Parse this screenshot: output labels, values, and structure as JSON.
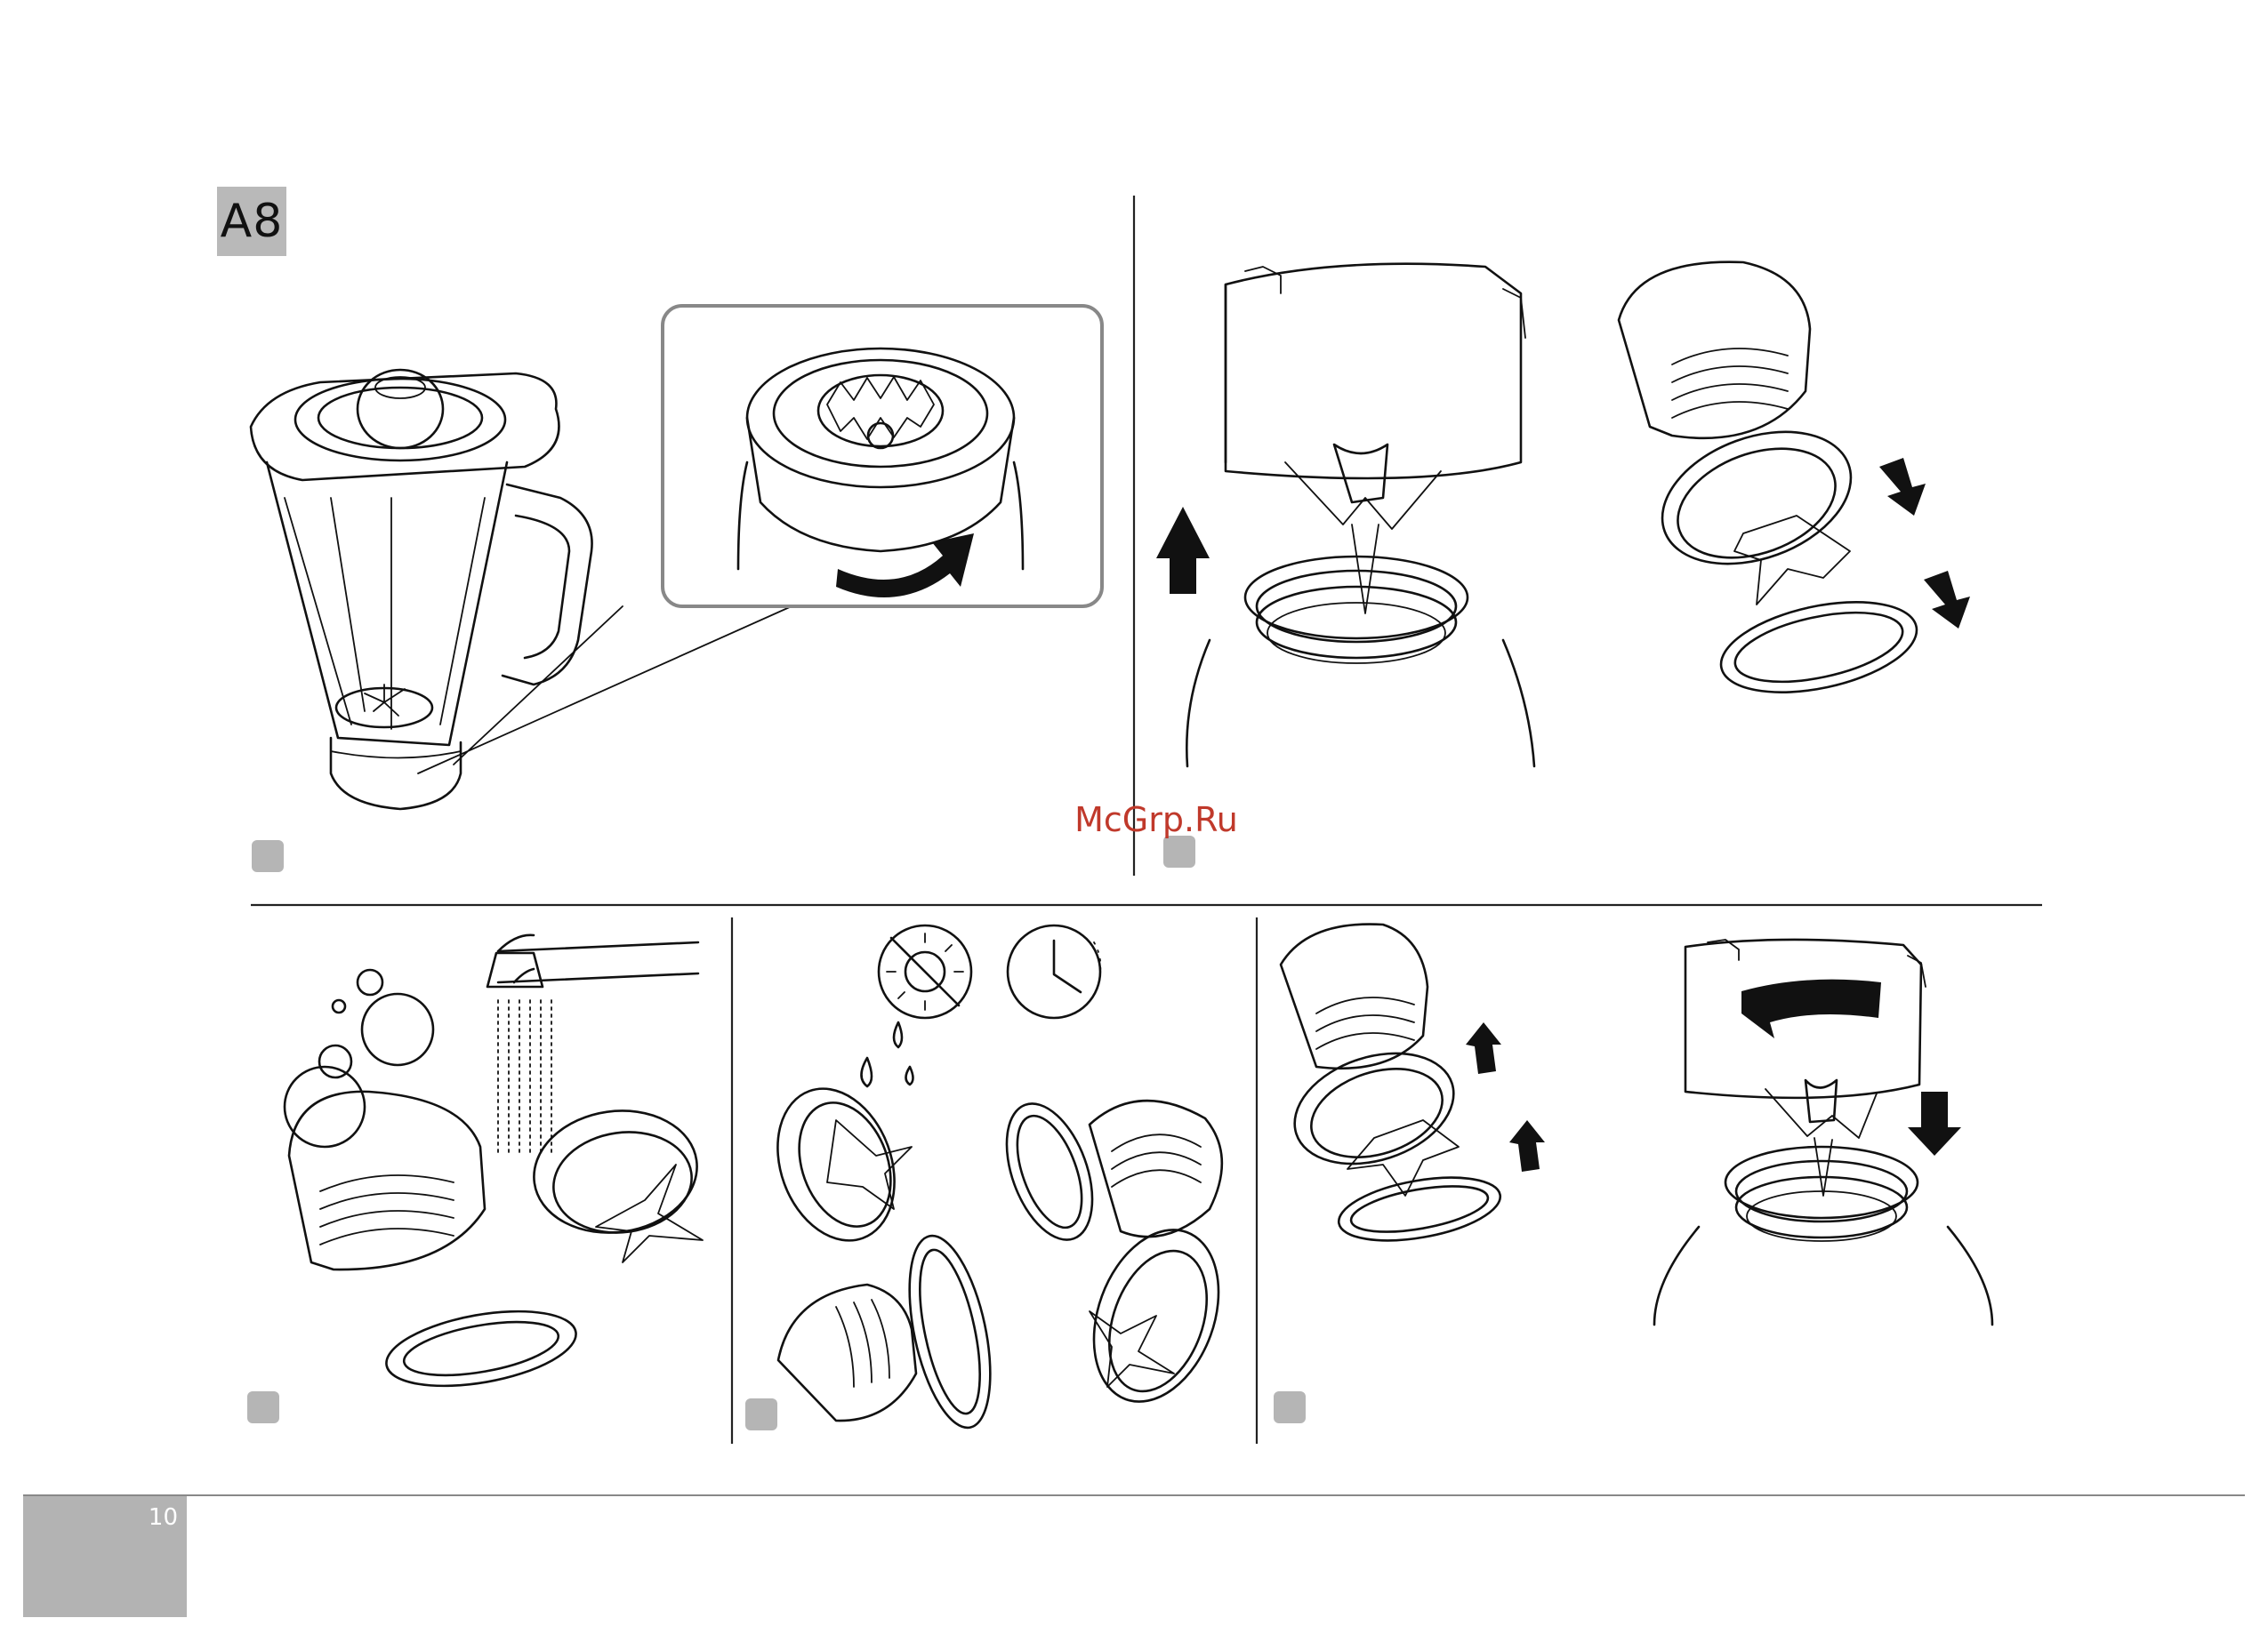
{
  "section": {
    "tag": "A8"
  },
  "watermark": {
    "text": "McGrp.Ru"
  },
  "footer": {
    "page_number": "10"
  },
  "colors": {
    "marker_grey": "#b5b5b5",
    "watermark_red": "#c0392b",
    "ink": "#111111"
  },
  "panels": [
    {
      "id": "panel-1",
      "icon": "blender-jar-unlock-base"
    },
    {
      "id": "panel-2",
      "icon": "remove-blade-assembly"
    },
    {
      "id": "panel-3",
      "icon": "rinse-under-tap"
    },
    {
      "id": "panel-4",
      "icon": "air-dry-no-sun-wait"
    },
    {
      "id": "panel-5",
      "icon": "reassemble-blade-assembly"
    }
  ]
}
